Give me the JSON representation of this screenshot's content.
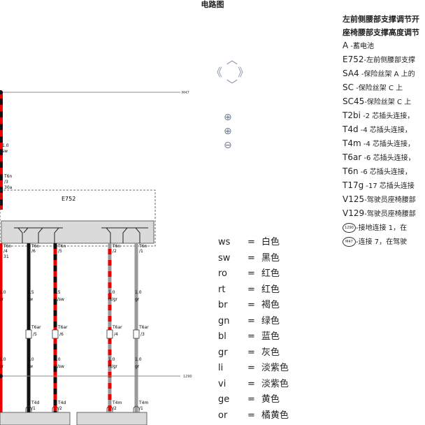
{
  "title": "电路图",
  "nav": {
    "up": "︿",
    "down": "﹀",
    "left": "《",
    "right": "》"
  },
  "zoom": {
    "in": "⊕",
    "out": "⊖",
    "fit": "⊕"
  },
  "legend": [
    {
      "abbr": "ws",
      "eq": "=",
      "name": "白色"
    },
    {
      "abbr": "sw",
      "eq": "=",
      "name": "黑色"
    },
    {
      "abbr": "ro",
      "eq": "=",
      "name": "红色"
    },
    {
      "abbr": "rt",
      "eq": "=",
      "name": "红色"
    },
    {
      "abbr": "br",
      "eq": "=",
      "name": "褐色"
    },
    {
      "abbr": "gn",
      "eq": "=",
      "name": "绿色"
    },
    {
      "abbr": "bl",
      "eq": "=",
      "name": "蓝色"
    },
    {
      "abbr": "gr",
      "eq": "=",
      "name": "灰色"
    },
    {
      "abbr": "li",
      "eq": "=",
      "name": "淡紫色"
    },
    {
      "abbr": "vi",
      "eq": "=",
      "name": "淡紫色"
    },
    {
      "abbr": "ge",
      "eq": "=",
      "name": "黄色"
    },
    {
      "abbr": "or",
      "eq": "=",
      "name": "橘黄色"
    }
  ],
  "parts": {
    "heading1": "左前侧腰部支撑调节开",
    "heading2": "座椅腰部支撑高度调节",
    "items": [
      {
        "code": "A",
        "desc": "  -蓄电池"
      },
      {
        "code": "E752",
        "desc": "-左前侧腰部支撑"
      },
      {
        "code": "SA4",
        "desc": " -保险丝架 A 上的"
      },
      {
        "code": "SC",
        "desc": "  -保险丝架 C 上"
      },
      {
        "code": "SC45",
        "desc": "-保险丝架 C 上"
      },
      {
        "code": "T2bi",
        "desc": " -2 芯插头连接，"
      },
      {
        "code": "T4d",
        "desc": "  -4 芯插头连接，"
      },
      {
        "code": "T4m",
        "desc": " -4 芯插头连接，"
      },
      {
        "code": "T6ar",
        "desc": " -6 芯插头连接，"
      },
      {
        "code": "T6n",
        "desc": "  -6 芯插头连接，"
      },
      {
        "code": "T17g",
        "desc": " -17 芯插头连接"
      },
      {
        "code": "V125",
        "desc": "-驾驶员座椅腰部"
      },
      {
        "code": "V129",
        "desc": "-驾驶员座椅腰部"
      }
    ],
    "ground1": {
      "badge": "1290",
      "desc": "-接地连接 1，在"
    },
    "ground2": {
      "badge": "M47",
      "desc": "-连接 7，在驾驶"
    }
  },
  "diagram": {
    "m47": "M47",
    "n1290": "1290",
    "e752": "E752",
    "top_wire": {
      "size": "1.0",
      "color": "sw"
    },
    "t6n_top": {
      "a": "T6n",
      "b": "/3",
      "c": "30a"
    },
    "upper_wires": [
      {
        "conn": "T6n",
        "pin": "/4",
        "extra": "31",
        "size": "1.0",
        "color": "br"
      },
      {
        "conn": "T6n",
        "pin": "/6",
        "extra": "",
        "size": "1.5",
        "color": "sw"
      },
      {
        "conn": "T6n",
        "pin": "/5",
        "extra": "",
        "size": "1.5",
        "color": "rt/sw"
      },
      {
        "conn": "T6n",
        "pin": "/2",
        "extra": "",
        "size": "1.0",
        "color": "rt/gr"
      },
      {
        "conn": "T6n",
        "pin": "/1",
        "extra": "",
        "size": "1.0",
        "color": "gr"
      }
    ],
    "t6ar": [
      {
        "conn": "T6ar",
        "pin": "/5"
      },
      {
        "conn": "T6ar",
        "pin": "/6"
      },
      {
        "conn": "T6ar",
        "pin": "/4"
      },
      {
        "conn": "T6ar",
        "pin": "/3"
      }
    ],
    "lower_wires": [
      {
        "size": "1.0",
        "color": "br"
      },
      {
        "size": "1.0",
        "color": "sw"
      },
      {
        "size": "1.0",
        "color": "rt/sw"
      },
      {
        "size": "1.0",
        "color": "rt/gr"
      },
      {
        "size": "1.0",
        "color": "gr"
      }
    ],
    "bottom_conns": [
      {
        "conn": "T4d",
        "pin": "/1"
      },
      {
        "conn": "T4d",
        "pin": "/2"
      },
      {
        "conn": "T4m",
        "pin": "/2"
      },
      {
        "conn": "T4m",
        "pin": "/1"
      }
    ]
  }
}
